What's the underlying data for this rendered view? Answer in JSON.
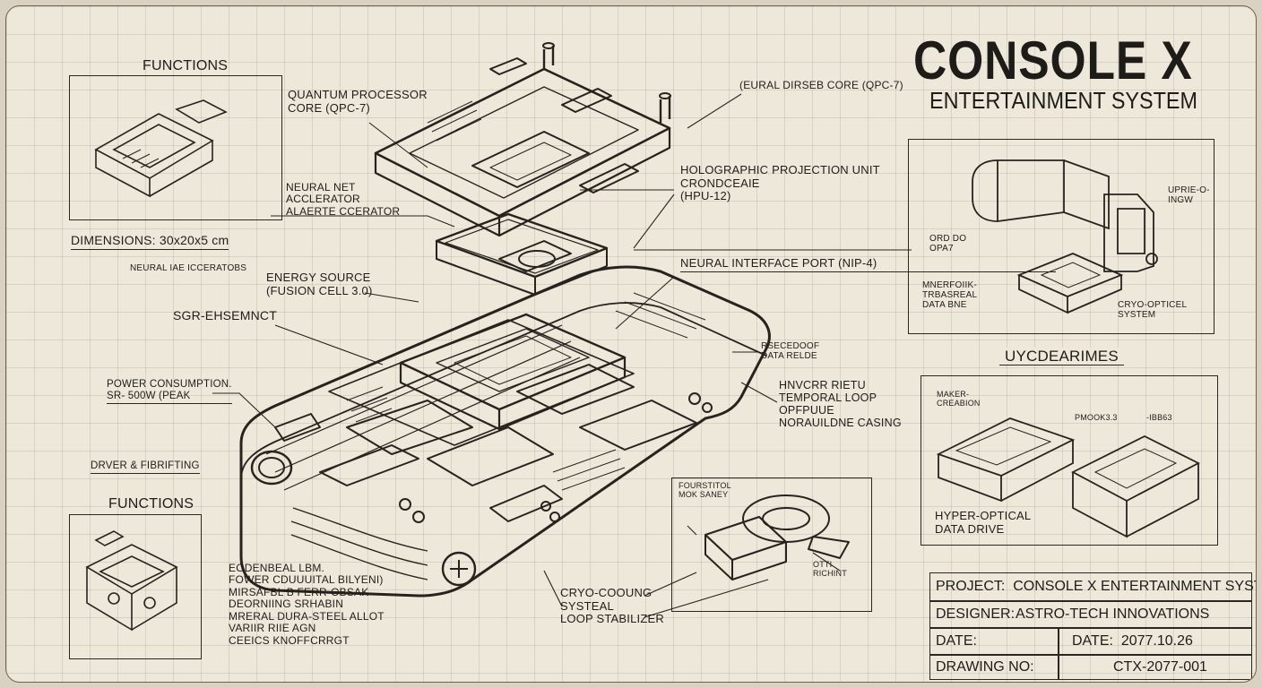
{
  "header": {
    "title": "CONSOLE X",
    "subtitle": "ENTERTAINMENT SYSTEM"
  },
  "left_panel": {
    "functions_top": "FUNCTIONS",
    "functions_bottom": "FUNCTIONS",
    "dimensions": "DIMENSIONS: 30x20x5 cm",
    "neural_accel_note": "NEURAL IAE ICCERATOBS",
    "sgr_label": "SGR-EHSEMNCT",
    "power_consumption": "POWER CONSUMPTION.\nSR- 500W (PEAK",
    "driver_label": "DRVER & FIBRIFTING",
    "materials_list": "EODENBEAL LBM.\nFOWER CDUUUITAL BILYENI)\nMIRSAFBL B FERR-OBSAK\nDEORNIING SRHABIN\nMRERAL DURA-STEEL ALLOT\nVARIIR RIIE AGN\nCEEICS KNOFFCRRGT"
  },
  "center_labels": {
    "quantum_processor": "QUANTUM PROCESSOR\nCORE (QPC-7)",
    "neural_net": "NEURAL NET\nACCLERATOR\nALAERTE CCERATOR",
    "energy_source": "ENERGY SOURCE\n(FUSION CELL 3.0)",
    "quantum_core_top": "(EURAL DIRSEB CORE (QPC-7)",
    "holographic": "HOLOGRAPHIC PROJECTION UNIT\nCRONDCEAIE\n(HPU-12)",
    "neural_interface": "NEURAL INTERFACE PORT (NIP-4)",
    "rsecedoof": "RSECEDOOF\nDATA RELDE",
    "temporal_loop": "HNVCRR RIETU\nTEMPORAL LOOP\nOPFPUUE\nNORAUILDNE CASING",
    "fourstitol": "FOURSTITOL\nMOK SANEY",
    "otti": "OTTI\nRICHINT",
    "cryo_cooling": "CRYO-COOUNG\nSYSTEAL\nLOOP STABILIZER"
  },
  "right_top_panel": {
    "uprie": "UPRIE-O-\nINGW",
    "ord": "ORD DO\nOPA7",
    "mnerfolk": "MNERFOIIK-\nTRBASREAL\nDATA BNE",
    "cryo_optical": "CRYO-OPTICEL\nSYSTEM"
  },
  "right_mid_panel": {
    "heading": "UYCDEARIMES",
    "maker": "MAKER-\nCREABION",
    "pmooo": "PMOOK3.3",
    "ibb": "-IBB63",
    "hyper_optical": "HYPER-OPTICAL\nDATA DRIVE"
  },
  "title_block": {
    "project": "PROJECT:  CONSOLE X ENTERTAINMENT SYSTEM",
    "designer_label": "DESIGNER:",
    "designer_value": "ASTRO-TECH INNOVATIONS",
    "date_label": "DATE:",
    "date_full": "DATE:  2077.10.26",
    "drawing_label": "DRAWING NO:",
    "drawing_value": "CTX-2077-001"
  }
}
